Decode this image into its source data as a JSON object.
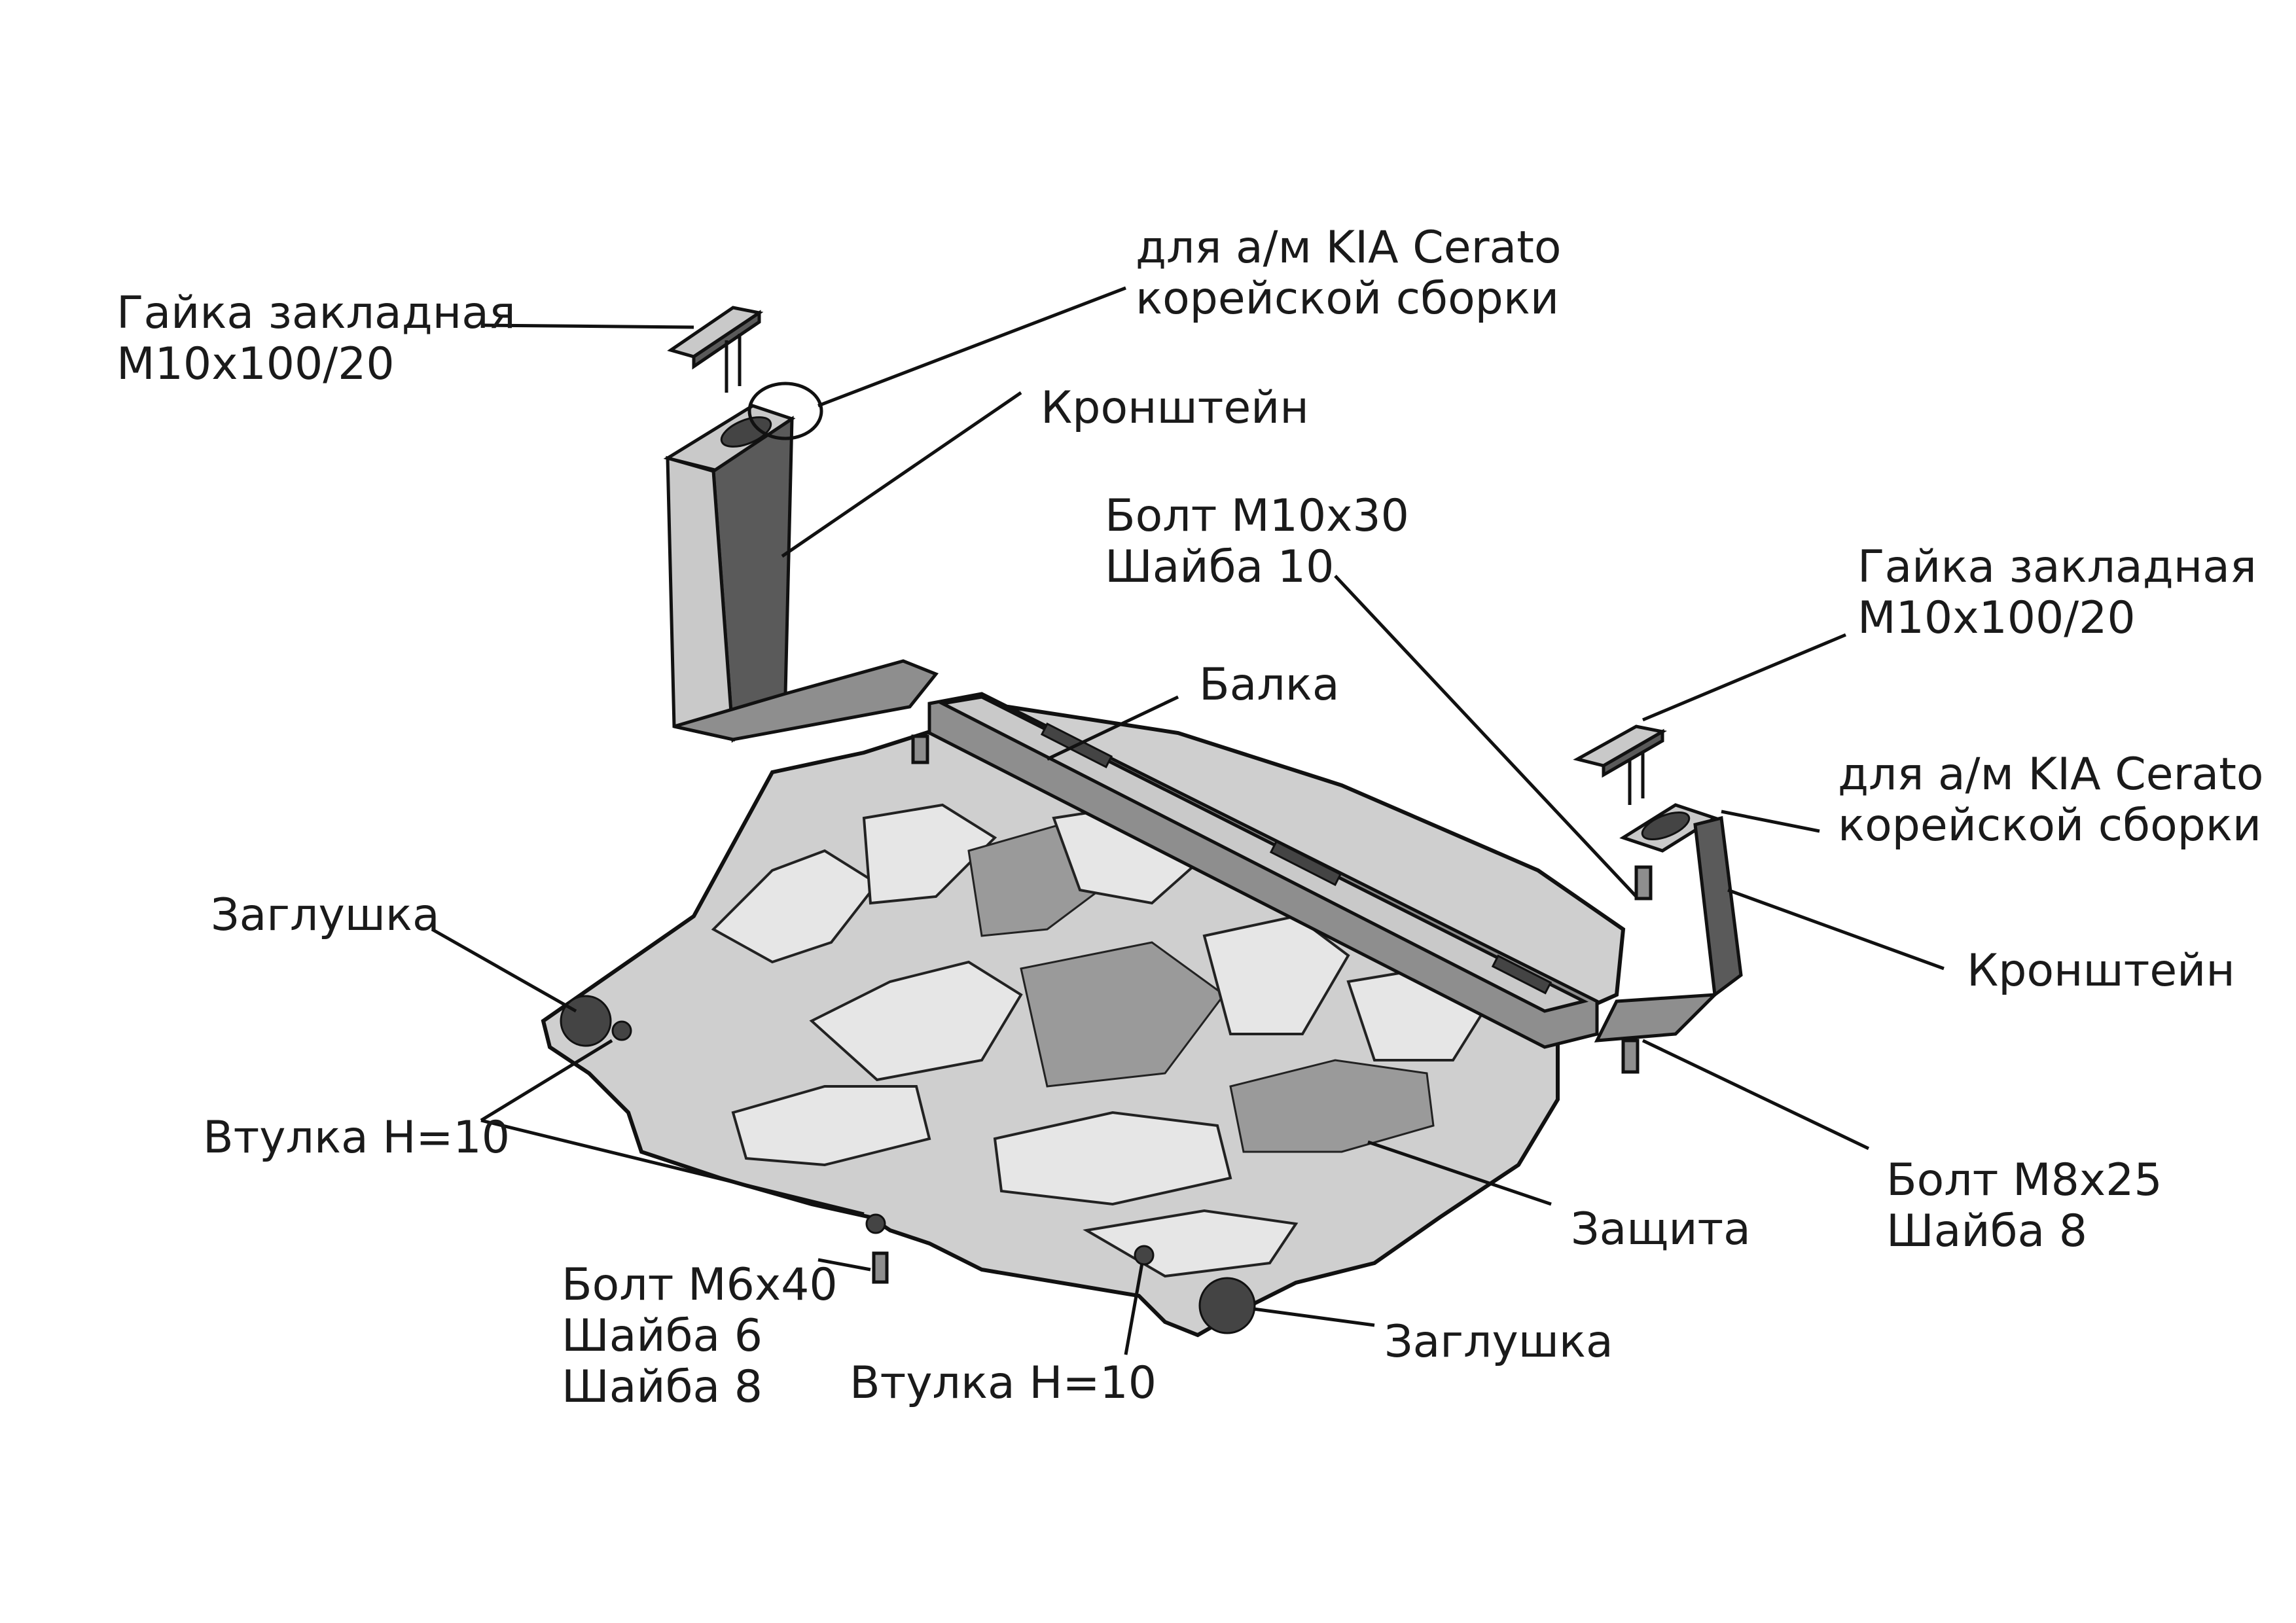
{
  "labels": {
    "nut_left": [
      "Гайка закладная",
      "М10х100/20"
    ],
    "kia_top": [
      "для а/м KIA Cerato",
      "корейской сборки"
    ],
    "bracket_left": [
      "Кронштейн"
    ],
    "bolt_m10": [
      "Болт М10х30",
      "Шайба 10"
    ],
    "nut_right": [
      "Гайка закладная",
      "М10х100/20"
    ],
    "beam": [
      "Балка"
    ],
    "kia_right": [
      "для а/м KIA Cerato",
      "корейской сборки"
    ],
    "plug_left": [
      "Заглушка"
    ],
    "bracket_right": [
      "Кронштейн"
    ],
    "bushing_left": [
      "Втулка Н=10"
    ],
    "bolt_m8": [
      "Болт М8х25",
      "Шайба 8"
    ],
    "guard": [
      "Защита"
    ],
    "bolt_m6": [
      "Болт М6х40",
      "Шайба 6",
      "Шайба 8"
    ],
    "bushing_bottom": [
      "Втулка Н=10"
    ],
    "plug_bottom": [
      "Заглушка"
    ]
  },
  "colors": {
    "background": "#ffffff",
    "metal_light": "#cfcfcf",
    "metal_dark": "#5a5a5a",
    "outline": "#111111"
  }
}
